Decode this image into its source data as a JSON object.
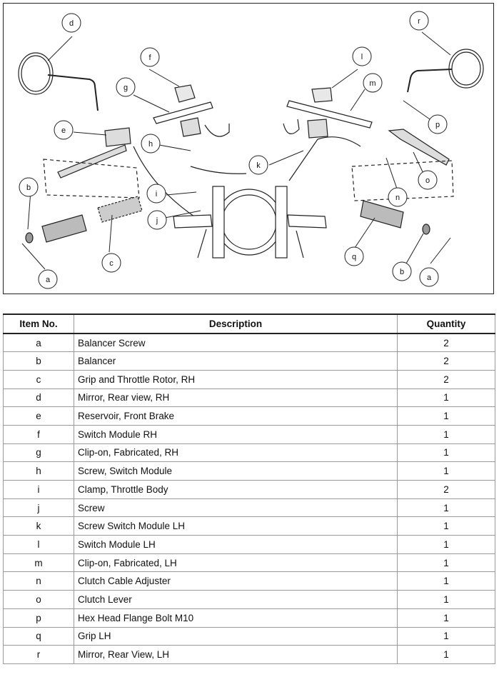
{
  "figure": {
    "callouts": [
      {
        "id": "a",
        "label": "a"
      },
      {
        "id": "b",
        "label": "b"
      },
      {
        "id": "c",
        "label": "c"
      },
      {
        "id": "d",
        "label": "d"
      },
      {
        "id": "e",
        "label": "e"
      },
      {
        "id": "f",
        "label": "f"
      },
      {
        "id": "g",
        "label": "g"
      },
      {
        "id": "h",
        "label": "h"
      },
      {
        "id": "i",
        "label": "i"
      },
      {
        "id": "j",
        "label": "j"
      },
      {
        "id": "k",
        "label": "k"
      },
      {
        "id": "l",
        "label": "l"
      },
      {
        "id": "m",
        "label": "m"
      },
      {
        "id": "n",
        "label": "n"
      },
      {
        "id": "o",
        "label": "o"
      },
      {
        "id": "p",
        "label": "p"
      },
      {
        "id": "q",
        "label": "q"
      },
      {
        "id": "b2",
        "label": "b"
      },
      {
        "id": "a2",
        "label": "a"
      },
      {
        "id": "r",
        "label": "r"
      }
    ]
  },
  "table": {
    "headers": {
      "item": "Item No.",
      "description": "Description",
      "quantity": "Quantity"
    },
    "rows": [
      {
        "item": "a",
        "description": "Balancer Screw",
        "quantity": "2"
      },
      {
        "item": "b",
        "description": "Balancer",
        "quantity": "2"
      },
      {
        "item": "c",
        "description": "Grip and Throttle Rotor, RH",
        "quantity": "2"
      },
      {
        "item": "d",
        "description": "Mirror, Rear view, RH",
        "quantity": "1"
      },
      {
        "item": "e",
        "description": "Reservoir, Front Brake",
        "quantity": "1"
      },
      {
        "item": "f",
        "description": "Switch Module RH",
        "quantity": "1"
      },
      {
        "item": "g",
        "description": "Clip-on, Fabricated, RH",
        "quantity": "1"
      },
      {
        "item": "h",
        "description": "Screw, Switch Module",
        "quantity": "1"
      },
      {
        "item": "i",
        "description": "Clamp, Throttle Body",
        "quantity": "2"
      },
      {
        "item": "j",
        "description": "Screw",
        "quantity": "1"
      },
      {
        "item": "k",
        "description": "Screw Switch Module LH",
        "quantity": "1"
      },
      {
        "item": "l",
        "description": "Switch Module LH",
        "quantity": "1"
      },
      {
        "item": "m",
        "description": "Clip-on, Fabricated, LH",
        "quantity": "1"
      },
      {
        "item": "n",
        "description": "Clutch Cable Adjuster",
        "quantity": "1"
      },
      {
        "item": "o",
        "description": "Clutch Lever",
        "quantity": "1"
      },
      {
        "item": "p",
        "description": "Hex Head Flange Bolt M10",
        "quantity": "1"
      },
      {
        "item": "q",
        "description": "Grip LH",
        "quantity": "1"
      },
      {
        "item": "r",
        "description": "Mirror, Rear View, LH",
        "quantity": "1"
      }
    ]
  }
}
